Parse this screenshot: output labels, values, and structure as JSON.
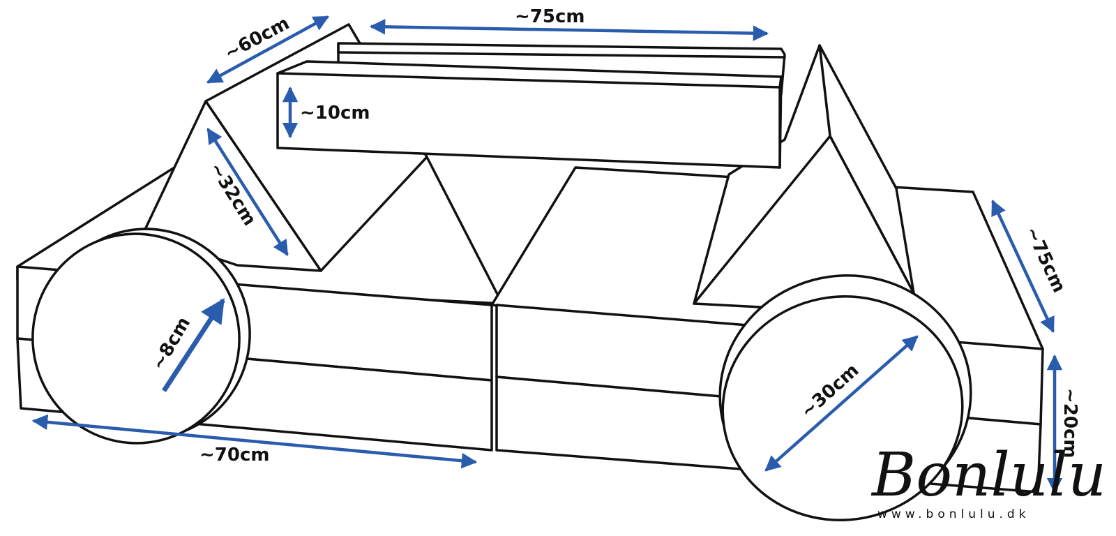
{
  "dimensions": {
    "top_length": "~75cm",
    "depth": "~60cm",
    "thickness": "~10cm",
    "slope": "~32cm",
    "wheel_width": "~8cm",
    "bottom_length": "~70cm",
    "side_length": "~75cm",
    "height": "~20cm",
    "wheel_diameter": "~30cm"
  },
  "brand": {
    "logo": "Bonlulu",
    "url": "www.bonlulu.dk"
  },
  "colors": {
    "outline": "#111111",
    "dimension_arrow": "#2a5cad"
  }
}
